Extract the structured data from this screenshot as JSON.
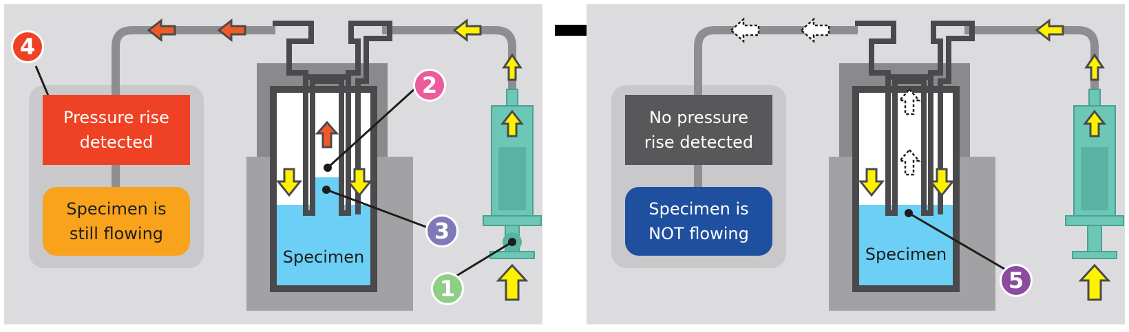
{
  "colors": {
    "panel_bg": "#dcdcde",
    "housing": "#a2a2a4",
    "housing_dark": "#8a8a8c",
    "tube": "#8e8e90",
    "outline": "#4a4a4c",
    "specimen": "#6ccff6",
    "syringe": "#6cc7b6",
    "arrow_yellow": "#fff200",
    "arrow_orange": "#f05a28",
    "box_red": "#ef4123",
    "box_orange": "#f9a21b",
    "box_dark": "#58585a",
    "box_blue": "#1f4f9f",
    "badge_red": "#ef4123",
    "badge_pink": "#ec5b9b",
    "badge_purple": "#8079b8",
    "badge_green": "#8fce86",
    "badge_violet": "#8c4b9f"
  },
  "left_panel": {
    "detector_top_label": "Pressure rise\ndetected",
    "detector_bottom_label": "Specimen is\nstill flowing",
    "specimen_label": "Specimen"
  },
  "right_panel": {
    "detector_top_label": "No pressure\nrise detected",
    "detector_bottom_label": "Specimen is\nNOT flowing",
    "specimen_label": "Specimen"
  },
  "badges": {
    "b1": "1",
    "b2": "2",
    "b3": "3",
    "b4": "4",
    "b5": "5"
  },
  "icons": {
    "transition": "right-arrow-icon",
    "flow_arrow": "block-arrow-icon",
    "syringe": "syringe-icon"
  }
}
